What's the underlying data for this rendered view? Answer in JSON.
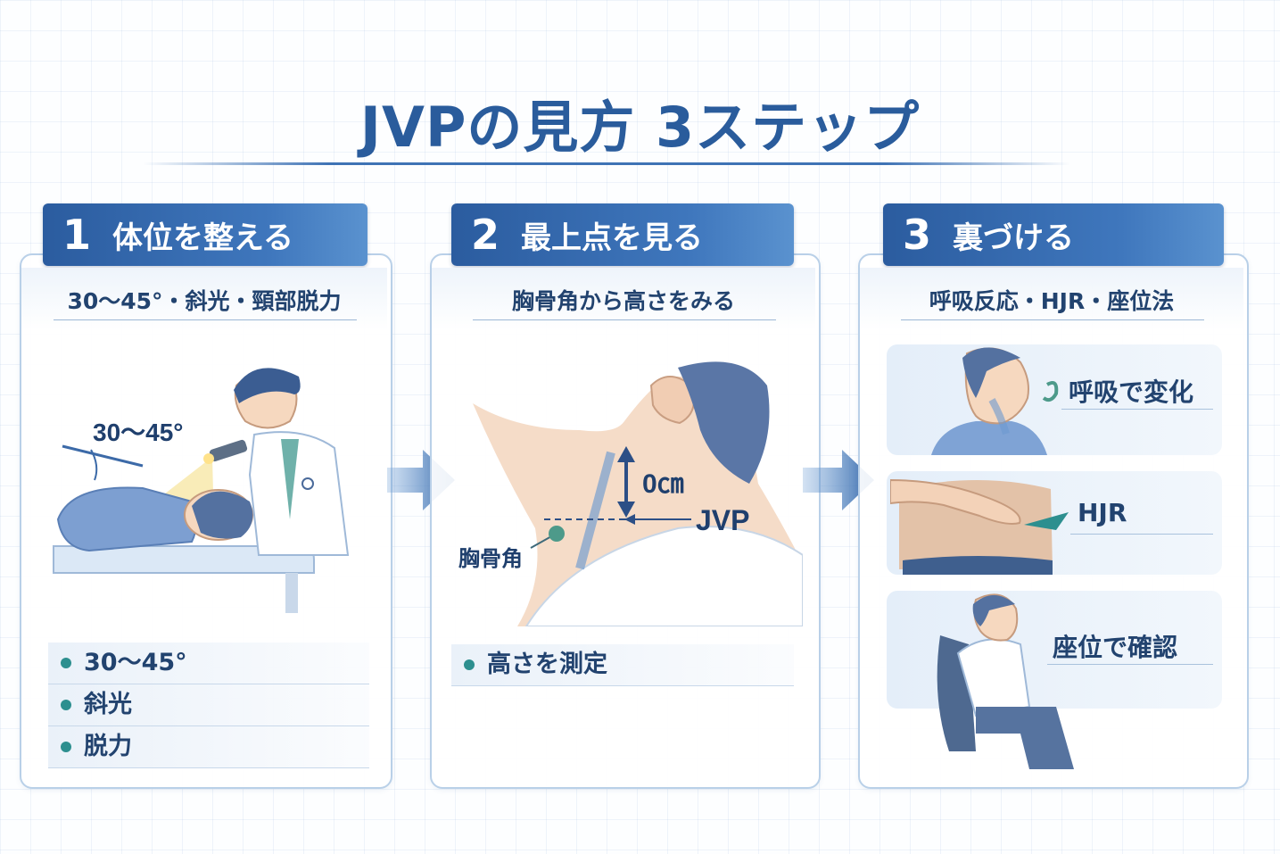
{
  "title": "JVPの見方 3ステップ",
  "steps": [
    {
      "number": "1",
      "label": "体位を整える",
      "subtitle": "30～45°・斜光・頸部脱力",
      "illustration_label": "30～45°",
      "bullets": [
        "30～45°",
        "斜光",
        "脱力"
      ]
    },
    {
      "number": "2",
      "label": "最上点を見る",
      "subtitle": "胸骨角から高さをみる",
      "illustration_labels": {
        "height": "0㎝",
        "jvp": "JVP",
        "landmark": "胸骨角"
      },
      "bullets": [
        "高さを測定"
      ]
    },
    {
      "number": "3",
      "label": "裏づける",
      "subtitle": "呼吸反応・HJR・座位法",
      "cards": [
        "呼吸で変化",
        "HJR",
        "座位で確認"
      ]
    }
  ],
  "colors": {
    "primary": "#2b5c9f",
    "accent_teal": "#2d8f8f",
    "panel_border": "#b9d0e8",
    "text": "#22436f"
  }
}
